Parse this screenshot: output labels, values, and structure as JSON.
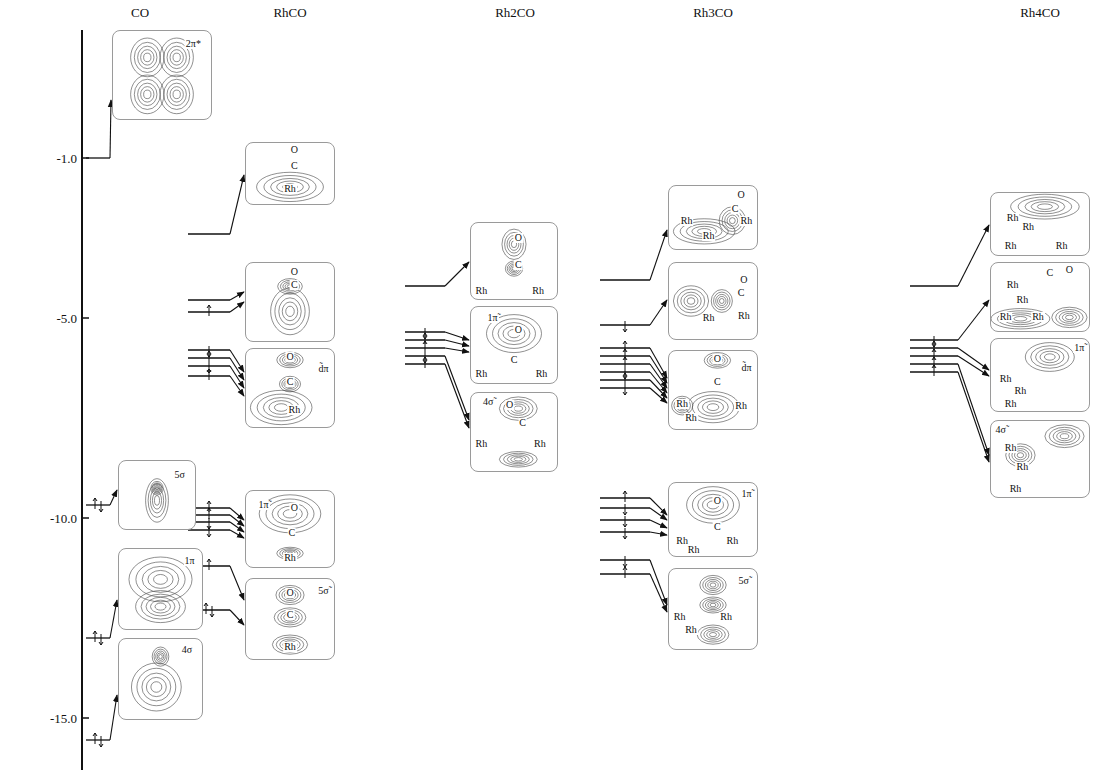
{
  "diagram": {
    "nodes": [
      {
        "text": [
          "2π*"
        ]
      },
      {
        "text": [
          "5σ"
        ]
      },
      {
        "text": [
          "1π"
        ]
      },
      {
        "text": [
          "4σ"
        ]
      },
      {
        "text": [
          "O",
          "C",
          "Rh"
        ]
      },
      {
        "text": [
          "O",
          "C"
        ]
      },
      {
        "text": [
          "d̃π",
          "O",
          "C",
          "Rh"
        ]
      },
      {
        "text": [
          "1π̃",
          "O",
          "C",
          "Rh"
        ]
      },
      {
        "text": [
          "5σ̃",
          "O",
          "C",
          "Rh"
        ]
      },
      {
        "text": [
          "O",
          "C",
          "Rh",
          "Rh"
        ]
      },
      {
        "text": [
          "1π̃",
          "O",
          "C",
          "Rh",
          "Rh"
        ]
      },
      {
        "text": [
          "4σ̃",
          "O",
          "C",
          "Rh",
          "Rh"
        ]
      },
      {
        "text": [
          "O",
          "C",
          "Rh",
          "Rh",
          "Rh"
        ]
      },
      {
        "text": [
          "O",
          "C",
          "Rh",
          "Rh"
        ]
      },
      {
        "text": [
          "d̃π",
          "O",
          "C",
          "Rh",
          "Rh",
          "Rh"
        ]
      },
      {
        "text": [
          "1π̃",
          "O",
          "C",
          "Rh",
          "Rh",
          "Rh"
        ]
      },
      {
        "text": [
          "5σ̃",
          "Rh",
          "Rh",
          "Rh"
        ]
      },
      {
        "text": [
          "Rh",
          "Rh",
          "Rh",
          "Rh"
        ]
      },
      {
        "text": [
          "C",
          "O",
          "Rh",
          "Rh",
          "Rh",
          "Rh"
        ]
      },
      {
        "text": [
          "1π̃",
          "Rh",
          "Rh",
          "Rh"
        ]
      },
      {
        "text": [
          "4σ̃",
          "Rh",
          "Rh",
          "Rh"
        ]
      }
    ],
    "labels": [
      "CO",
      "RhCO",
      "Rh2CO",
      "Rh3CO",
      "Rh4CO",
      "-1.0",
      "-5.0",
      "-10.0",
      "-15.0"
    ]
  }
}
